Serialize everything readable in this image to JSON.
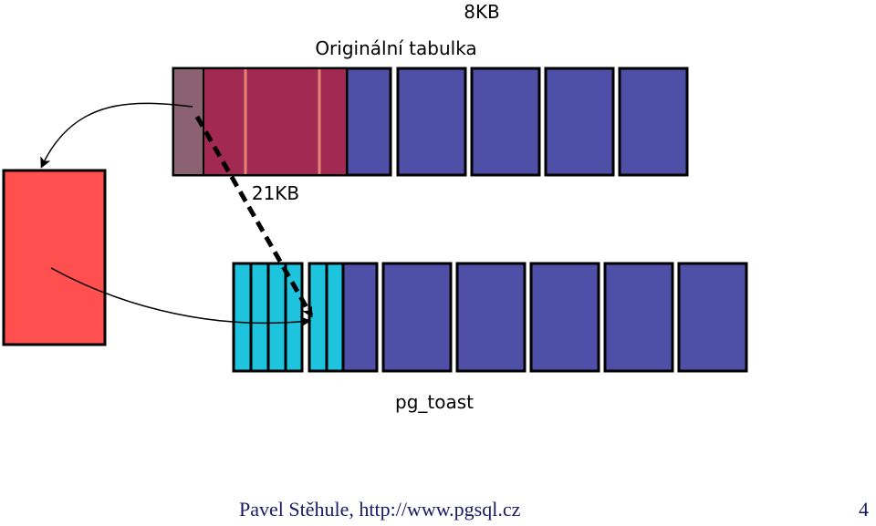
{
  "labels": {
    "page_size": "8KB",
    "original_table": "Originální tabulka",
    "value_size": "21KB",
    "toast_table": "pg_toast"
  },
  "footer": {
    "author": "Pavel Stěhule, http://www.pgsql.cz",
    "page_number": "4"
  },
  "colors": {
    "page_fill": "#4e4fa6",
    "toast_highlight": "#a22a52",
    "toast_chunk": "#1ec3de",
    "value_block": "#ff4f4f",
    "tuple_pointer": "#8a6272",
    "stroke": "#000000"
  }
}
